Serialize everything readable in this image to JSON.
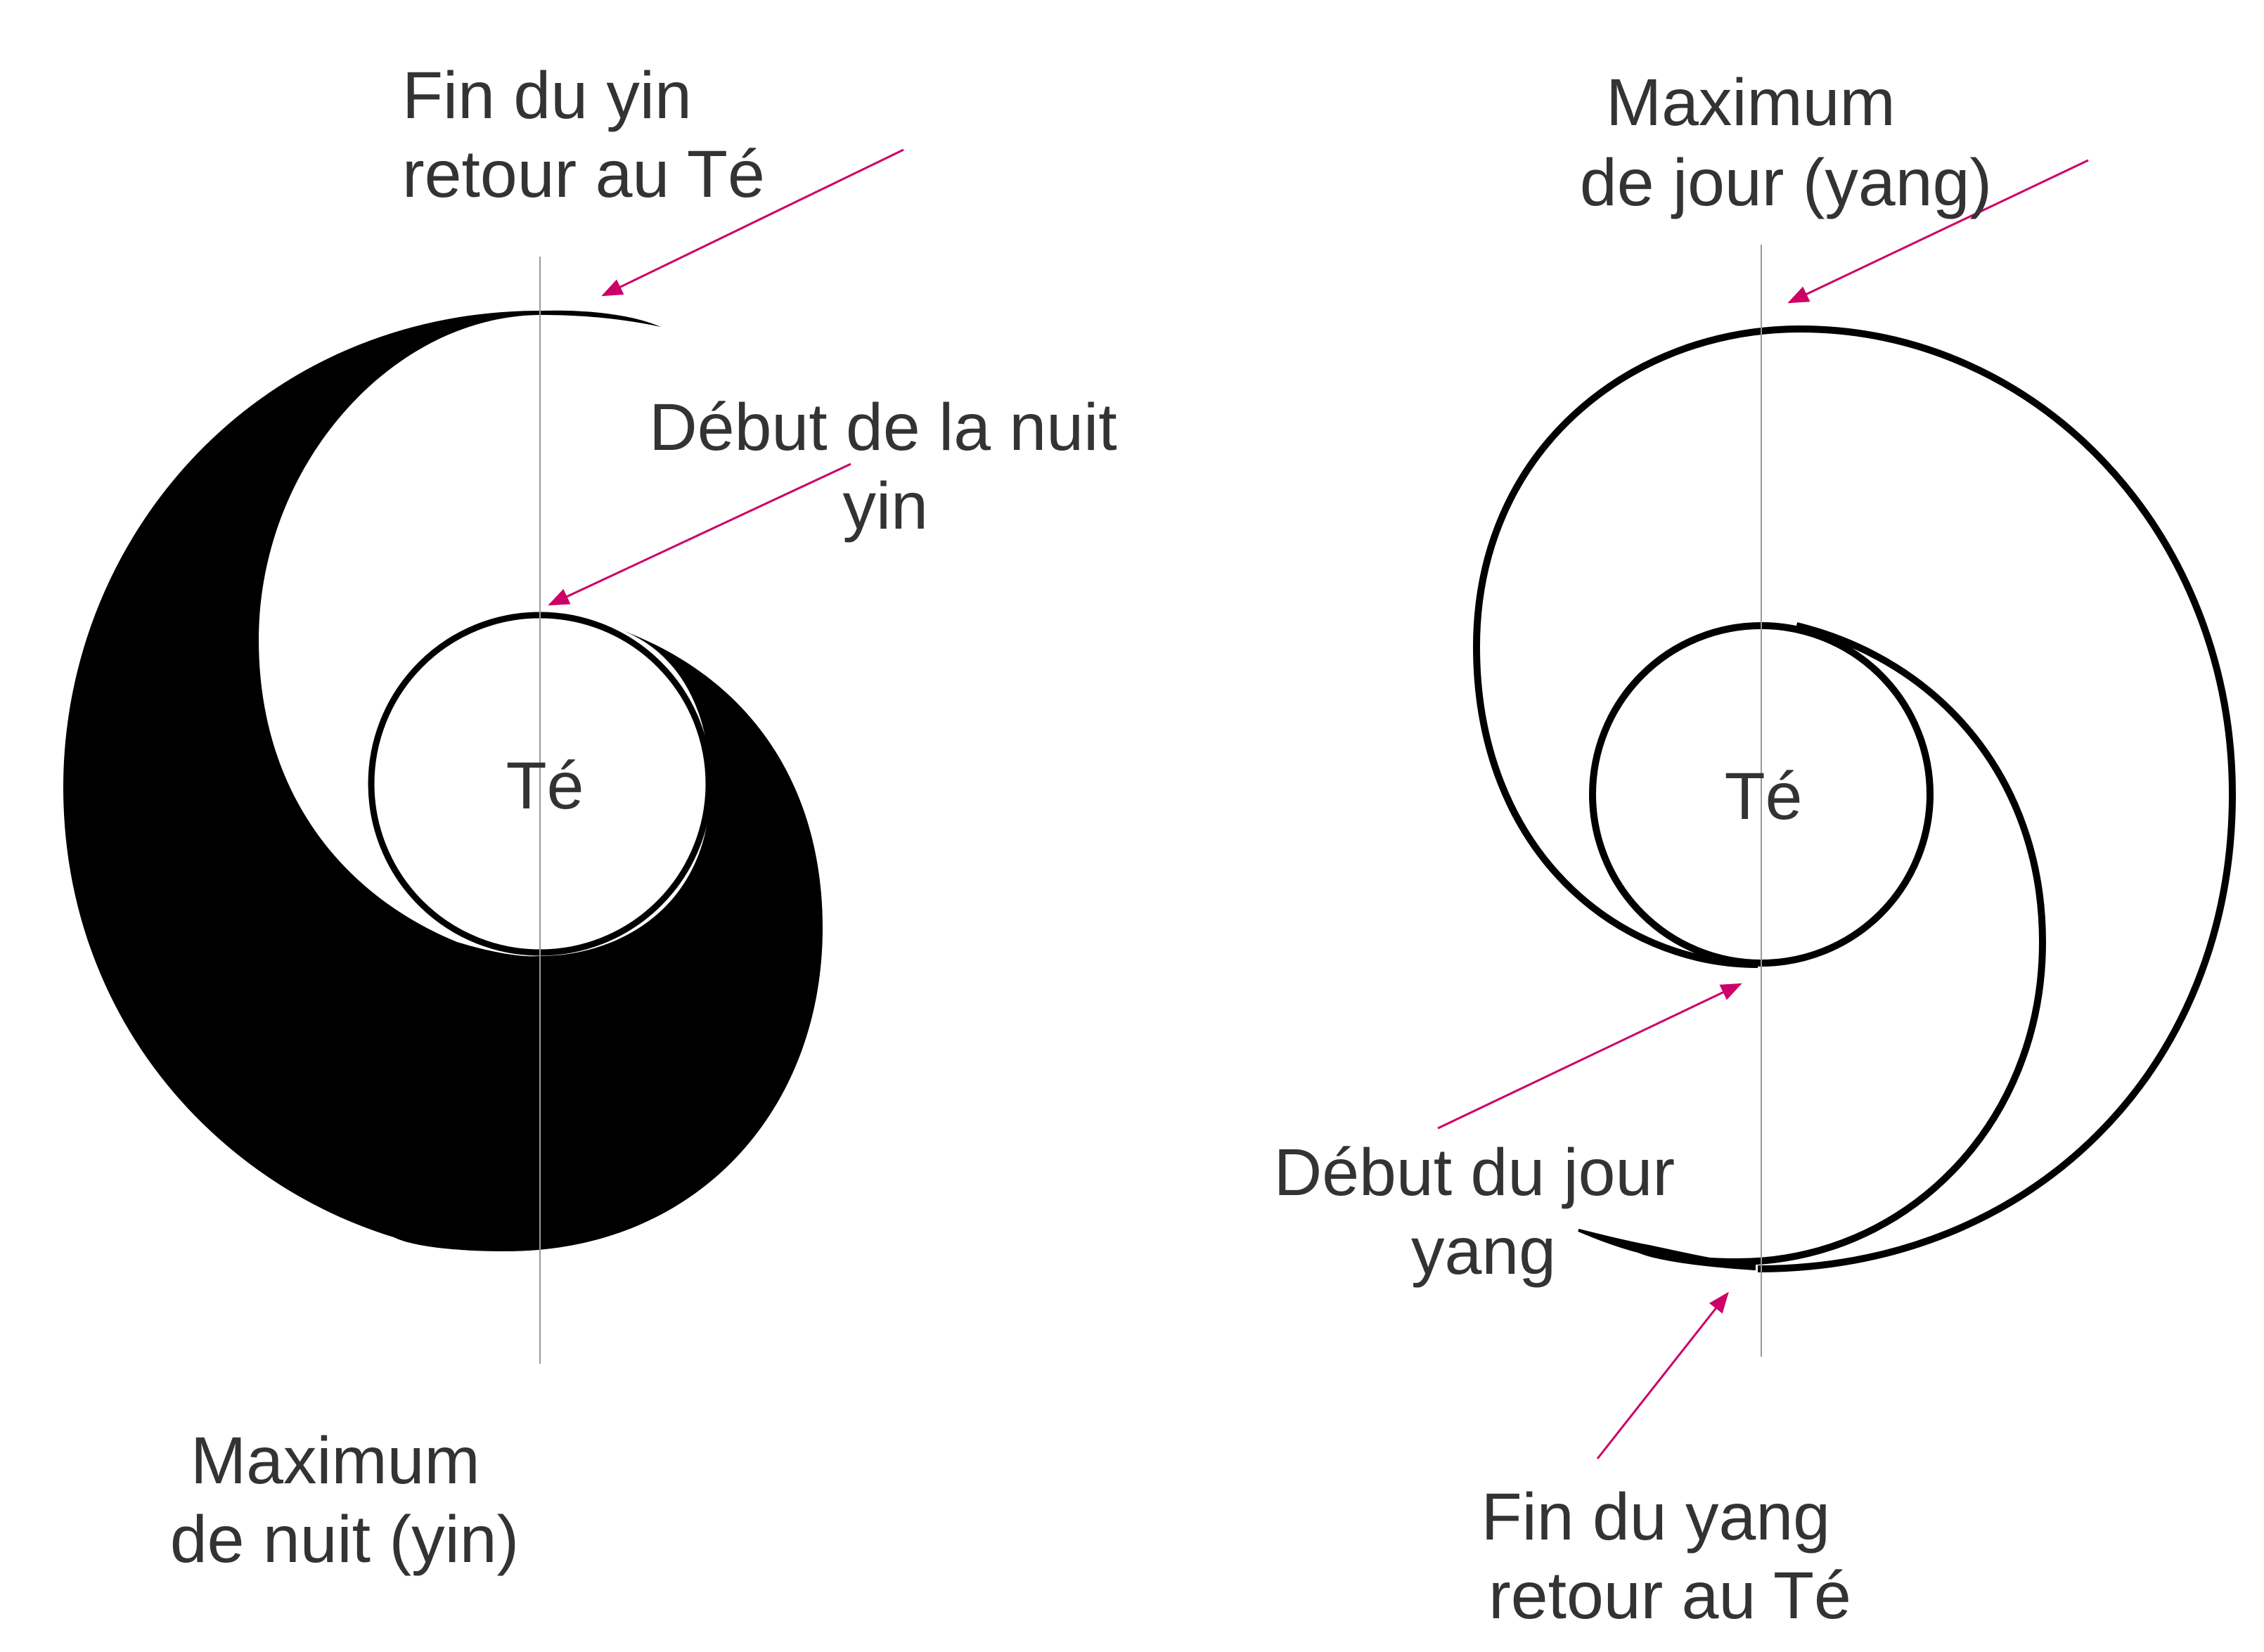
{
  "colors": {
    "ink": "#000000",
    "text": "#333333",
    "arrow": "#cc0066",
    "axis": "#999999",
    "background": "#ffffff"
  },
  "left_diagram": {
    "center_label": "Té",
    "top_label": [
      "Fin du yin",
      "retour au Té"
    ],
    "inner_label": [
      "Début de la nuit",
      "yin"
    ],
    "bottom_label": [
      "Maximum",
      "de nuit (yin)"
    ]
  },
  "right_diagram": {
    "center_label": "Té",
    "top_label": [
      "Maximum",
      "de jour (yang)"
    ],
    "inner_label": [
      "Début du jour",
      "yang"
    ],
    "bottom_label": [
      "Fin du yang",
      "retour au Té"
    ]
  }
}
